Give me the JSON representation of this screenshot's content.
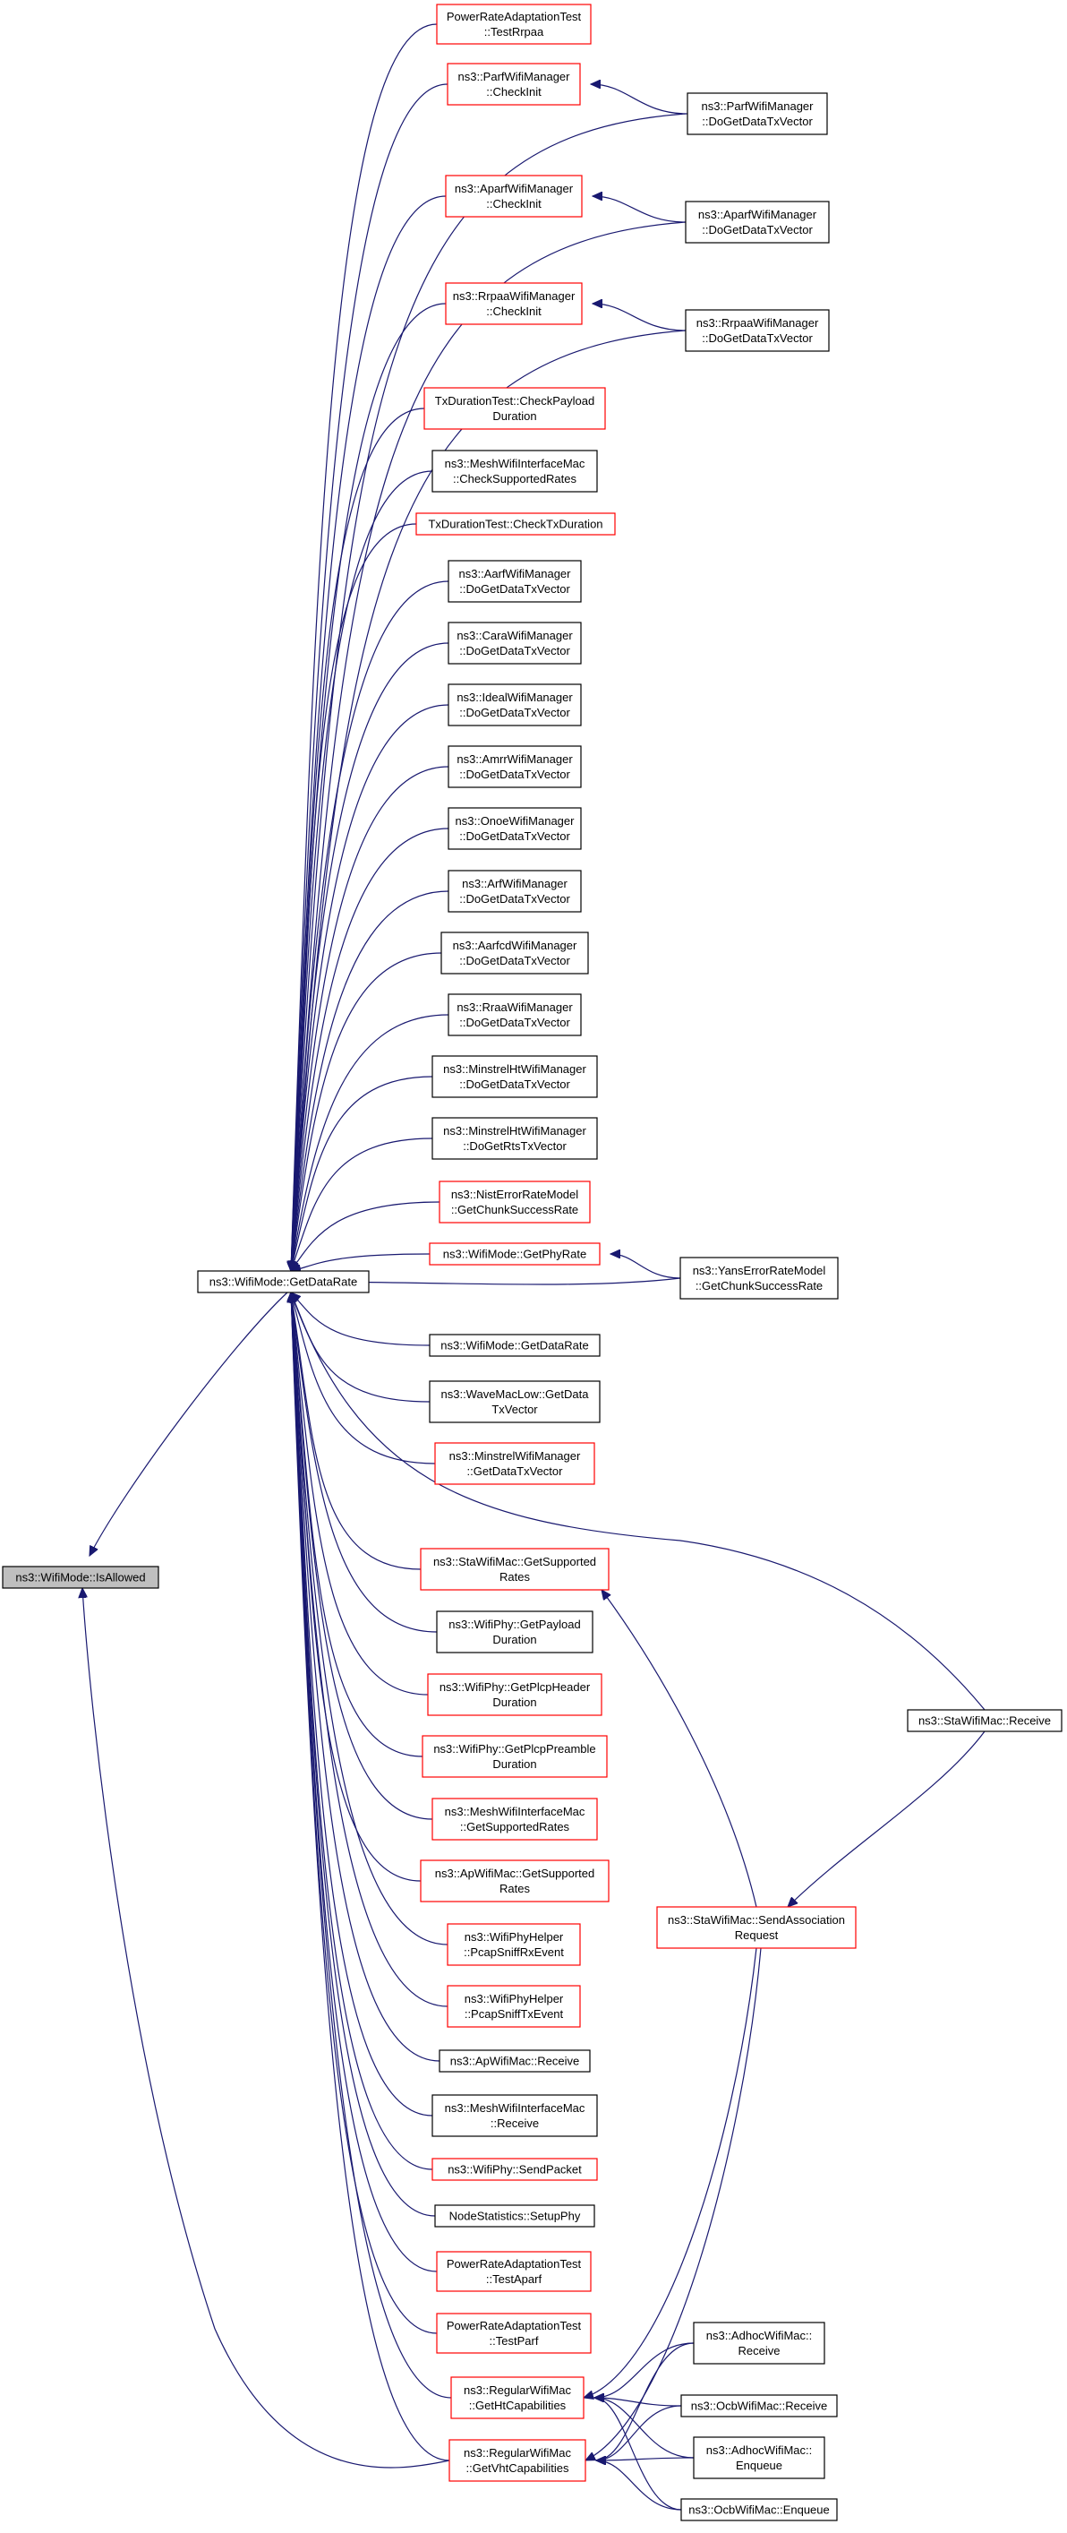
{
  "graph": {
    "colors": {
      "edge": "#191970",
      "red_border": "#ff0000",
      "black_border": "#000000",
      "root_fill": "#bfbfbf"
    },
    "nodes": [
      {
        "id": "root",
        "lines": [
          "ns3::WifiMode::IsAllowed"
        ],
        "style": "root"
      },
      {
        "id": "getdatarate",
        "lines": [
          "ns3::WifiMode::GetDataRate"
        ],
        "style": "black"
      },
      {
        "id": "testrrpaa",
        "lines": [
          "PowerRateAdaptationTest",
          "::TestRrpaa"
        ],
        "style": "red"
      },
      {
        "id": "parf_ci",
        "lines": [
          "ns3::ParfWifiManager",
          "::CheckInit"
        ],
        "style": "red"
      },
      {
        "id": "parf_dg",
        "lines": [
          "ns3::ParfWifiManager",
          "::DoGetDataTxVector"
        ],
        "style": "black"
      },
      {
        "id": "aparf_ci",
        "lines": [
          "ns3::AparfWifiManager",
          "::CheckInit"
        ],
        "style": "red"
      },
      {
        "id": "aparf_dg",
        "lines": [
          "ns3::AparfWifiManager",
          "::DoGetDataTxVector"
        ],
        "style": "black"
      },
      {
        "id": "rrpaa_ci",
        "lines": [
          "ns3::RrpaaWifiManager",
          "::CheckInit"
        ],
        "style": "red"
      },
      {
        "id": "rrpaa_dg",
        "lines": [
          "ns3::RrpaaWifiManager",
          "::DoGetDataTxVector"
        ],
        "style": "black"
      },
      {
        "id": "txd_cp",
        "lines": [
          "TxDurationTest::CheckPayload",
          "Duration"
        ],
        "style": "red"
      },
      {
        "id": "mesh_csr",
        "lines": [
          "ns3::MeshWifiInterfaceMac",
          "::CheckSupportedRates"
        ],
        "style": "black"
      },
      {
        "id": "txd_ctx",
        "lines": [
          "TxDurationTest::CheckTxDuration"
        ],
        "style": "red"
      },
      {
        "id": "aarf",
        "lines": [
          "ns3::AarfWifiManager",
          "::DoGetDataTxVector"
        ],
        "style": "black"
      },
      {
        "id": "cara",
        "lines": [
          "ns3::CaraWifiManager",
          "::DoGetDataTxVector"
        ],
        "style": "black"
      },
      {
        "id": "ideal",
        "lines": [
          "ns3::IdealWifiManager",
          "::DoGetDataTxVector"
        ],
        "style": "black"
      },
      {
        "id": "amrr",
        "lines": [
          "ns3::AmrrWifiManager",
          "::DoGetDataTxVector"
        ],
        "style": "black"
      },
      {
        "id": "onoe",
        "lines": [
          "ns3::OnoeWifiManager",
          "::DoGetDataTxVector"
        ],
        "style": "black"
      },
      {
        "id": "arf",
        "lines": [
          "ns3::ArfWifiManager",
          "::DoGetDataTxVector"
        ],
        "style": "black"
      },
      {
        "id": "aarfcd",
        "lines": [
          "ns3::AarfcdWifiManager",
          "::DoGetDataTxVector"
        ],
        "style": "black"
      },
      {
        "id": "rraa",
        "lines": [
          "ns3::RraaWifiManager",
          "::DoGetDataTxVector"
        ],
        "style": "black"
      },
      {
        "id": "mht_data",
        "lines": [
          "ns3::MinstrelHtWifiManager",
          "::DoGetDataTxVector"
        ],
        "style": "black"
      },
      {
        "id": "mht_rts",
        "lines": [
          "ns3::MinstrelHtWifiManager",
          "::DoGetRtsTxVector"
        ],
        "style": "black"
      },
      {
        "id": "nist",
        "lines": [
          "ns3::NistErrorRateModel",
          "::GetChunkSuccessRate"
        ],
        "style": "red"
      },
      {
        "id": "getphyrate",
        "lines": [
          "ns3::WifiMode::GetPhyRate"
        ],
        "style": "red"
      },
      {
        "id": "yans",
        "lines": [
          "ns3::YansErrorRateModel",
          "::GetChunkSuccessRate"
        ],
        "style": "black"
      },
      {
        "id": "getdatarate2",
        "lines": [
          "ns3::WifiMode::GetDataRate"
        ],
        "style": "black"
      },
      {
        "id": "wave",
        "lines": [
          "ns3::WaveMacLow::GetData",
          "TxVector"
        ],
        "style": "black"
      },
      {
        "id": "minstrel",
        "lines": [
          "ns3::MinstrelWifiManager",
          "::GetDataTxVector"
        ],
        "style": "red"
      },
      {
        "id": "sta_gsr",
        "lines": [
          "ns3::StaWifiMac::GetSupported",
          "Rates"
        ],
        "style": "red"
      },
      {
        "id": "sta_recv",
        "lines": [
          "ns3::StaWifiMac::Receive"
        ],
        "style": "black"
      },
      {
        "id": "phy_gpd",
        "lines": [
          "ns3::WifiPhy::GetPayload",
          "Duration"
        ],
        "style": "black"
      },
      {
        "id": "phy_gph",
        "lines": [
          "ns3::WifiPhy::GetPlcpHeader",
          "Duration"
        ],
        "style": "red"
      },
      {
        "id": "phy_gpp",
        "lines": [
          "ns3::WifiPhy::GetPlcpPreamble",
          "Duration"
        ],
        "style": "red"
      },
      {
        "id": "mesh_gsr",
        "lines": [
          "ns3::MeshWifiInterfaceMac",
          "::GetSupportedRates"
        ],
        "style": "red"
      },
      {
        "id": "ap_gsr",
        "lines": [
          "ns3::ApWifiMac::GetSupported",
          "Rates"
        ],
        "style": "red"
      },
      {
        "id": "sta_sar",
        "lines": [
          "ns3::StaWifiMac::SendAssociation",
          "Request"
        ],
        "style": "red"
      },
      {
        "id": "psrx",
        "lines": [
          "ns3::WifiPhyHelper",
          "::PcapSniffRxEvent"
        ],
        "style": "red"
      },
      {
        "id": "pstx",
        "lines": [
          "ns3::WifiPhyHelper",
          "::PcapSniffTxEvent"
        ],
        "style": "red"
      },
      {
        "id": "ap_recv",
        "lines": [
          "ns3::ApWifiMac::Receive"
        ],
        "style": "black"
      },
      {
        "id": "mesh_recv",
        "lines": [
          "ns3::MeshWifiInterfaceMac",
          "::Receive"
        ],
        "style": "black"
      },
      {
        "id": "phy_send",
        "lines": [
          "ns3::WifiPhy::SendPacket"
        ],
        "style": "red"
      },
      {
        "id": "nodestat",
        "lines": [
          "NodeStatistics::SetupPhy"
        ],
        "style": "black"
      },
      {
        "id": "testaparf",
        "lines": [
          "PowerRateAdaptationTest",
          "::TestAparf"
        ],
        "style": "red"
      },
      {
        "id": "testparf",
        "lines": [
          "PowerRateAdaptationTest",
          "::TestParf"
        ],
        "style": "red"
      },
      {
        "id": "adhoc_recv",
        "lines": [
          "ns3::AdhocWifiMac::",
          "Receive"
        ],
        "style": "black"
      },
      {
        "id": "reg_ght",
        "lines": [
          "ns3::RegularWifiMac",
          "::GetHtCapabilities"
        ],
        "style": "red"
      },
      {
        "id": "ocb_recv",
        "lines": [
          "ns3::OcbWifiMac::Receive"
        ],
        "style": "black"
      },
      {
        "id": "adhoc_enq",
        "lines": [
          "ns3::AdhocWifiMac::",
          "Enqueue"
        ],
        "style": "black"
      },
      {
        "id": "reg_gvht",
        "lines": [
          "ns3::RegularWifiMac",
          "::GetVhtCapabilities"
        ],
        "style": "red"
      },
      {
        "id": "ocb_enq",
        "lines": [
          "ns3::OcbWifiMac::Enqueue"
        ],
        "style": "black"
      }
    ]
  }
}
